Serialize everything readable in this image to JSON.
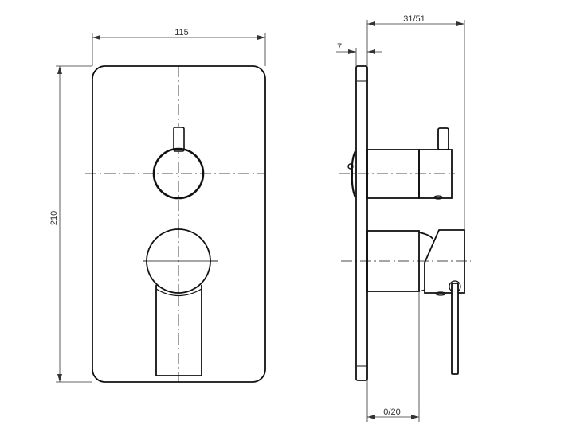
{
  "dimensions": {
    "width": "115",
    "height": "210",
    "depth": "31/51",
    "plate_thickness": "7",
    "wall_offset": "0/20"
  },
  "colors": {
    "line": "#111111",
    "dimension": "#333333"
  }
}
